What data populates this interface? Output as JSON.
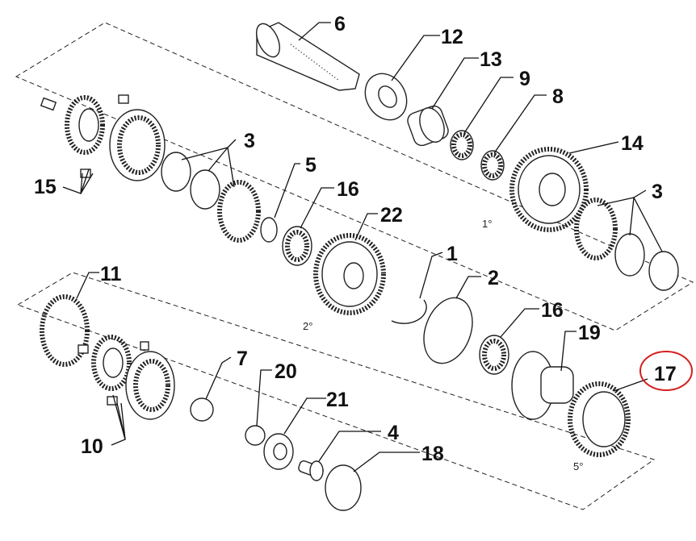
{
  "diagram": {
    "title": "Exploded gearbox parts diagram",
    "gear_markers": {
      "first": "1°",
      "second": "2°",
      "fifth": "5°"
    },
    "highlight_color": "#d42020",
    "highlighted_part": "17",
    "labels": {
      "p6": "6",
      "p12": "12",
      "p13": "13",
      "p9": "9",
      "p8": "8",
      "p14": "14",
      "p3a": "3",
      "p15": "15",
      "p5": "5",
      "p16a": "16",
      "p22": "22",
      "p3b": "3",
      "p1": "1",
      "p2": "2",
      "p16b": "16",
      "p19": "19",
      "p17": "17",
      "p11": "11",
      "p10": "10",
      "p7": "7",
      "p20": "20",
      "p21": "21",
      "p4": "4",
      "p18": "18"
    }
  }
}
